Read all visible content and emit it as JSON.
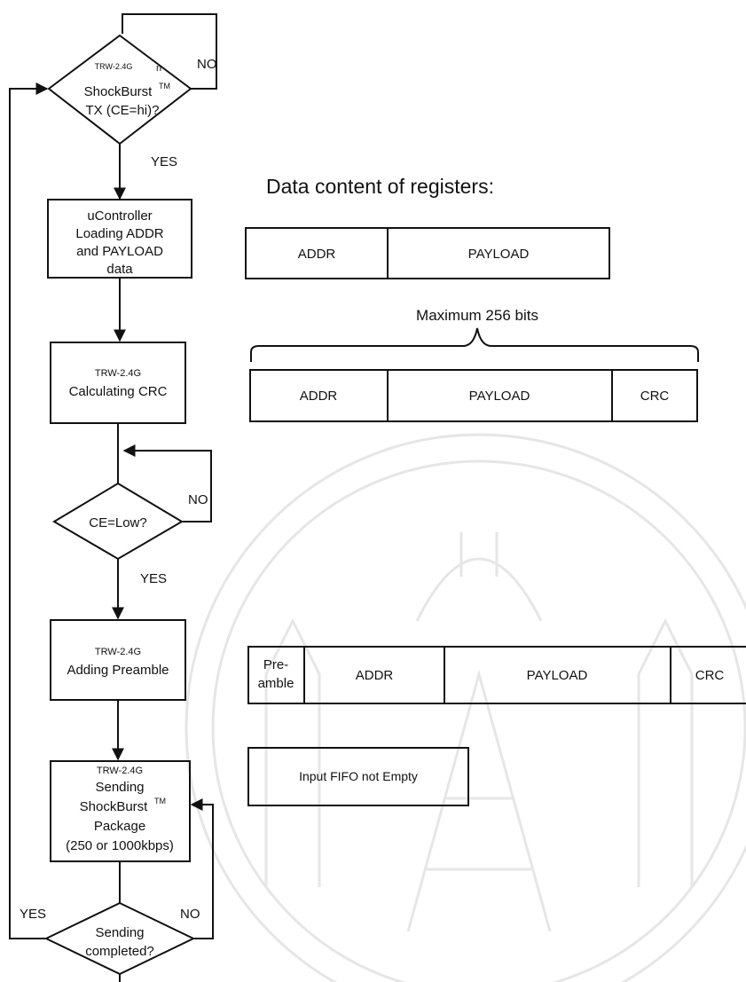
{
  "flow": {
    "d1": {
      "tag": "TRW-2.4G",
      "sup_n": "n",
      "line1": "ShockBurst",
      "tm": "TM",
      "line2": "TX (CE=hi)?",
      "no": "NO",
      "yes": "YES"
    },
    "b1": {
      "l1": "uController",
      "l2": "Loading ADDR",
      "l3": "and PAYLOAD",
      "l4": "data"
    },
    "b2": {
      "tag": "TRW-2.4G",
      "l1": "Calculating CRC"
    },
    "d2": {
      "text": "CE=Low?",
      "no": "NO",
      "yes": "YES"
    },
    "b3": {
      "tag": "TRW-2.4G",
      "l1": "Adding Preamble"
    },
    "b4": {
      "tag": "TRW-2.4G",
      "l1": "Sending",
      "l2": "ShockBurst",
      "tm": "TM",
      "l3": "Package",
      "l4": "(250 or 1000kbps)"
    },
    "d3": {
      "l1": "Sending",
      "l2": "completed?",
      "yes": "YES",
      "no": "NO"
    }
  },
  "registers": {
    "title": "Data content of registers:",
    "row1": [
      "ADDR",
      "PAYLOAD"
    ],
    "max_label": "Maximum 256 bits",
    "row2": [
      "ADDR",
      "PAYLOAD",
      "CRC"
    ],
    "row3": {
      "pre1": "Pre-",
      "pre2": "amble",
      "addr": "ADDR",
      "payload": "PAYLOAD",
      "crc": "CRC"
    },
    "fifo": "Input FIFO not Empty"
  }
}
